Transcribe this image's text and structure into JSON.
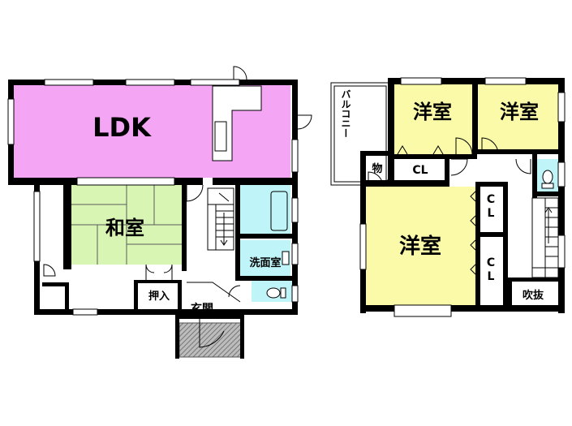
{
  "floor1": {
    "ldk": "LDK",
    "washitsu": "和室",
    "senmen": "洗面室",
    "oshiire": "押入",
    "genkan": "玄関"
  },
  "floor2": {
    "balcony": "バルコニー",
    "youshitsu_a": "洋室",
    "youshitsu_b": "洋室",
    "youshitsu_c": "洋室",
    "storage": "物",
    "closet_top": "CL",
    "closet_mid": "C\nL",
    "closet_low": "C\nL",
    "fukinuke": "吹抜"
  },
  "colors": {
    "ldk": "#f4a6f4",
    "washitsu": "#d8f5b4",
    "youshitsu": "#fafaa8",
    "wet": "#bff4f8",
    "porch": "#9a9a9a",
    "wall": "#000000"
  }
}
